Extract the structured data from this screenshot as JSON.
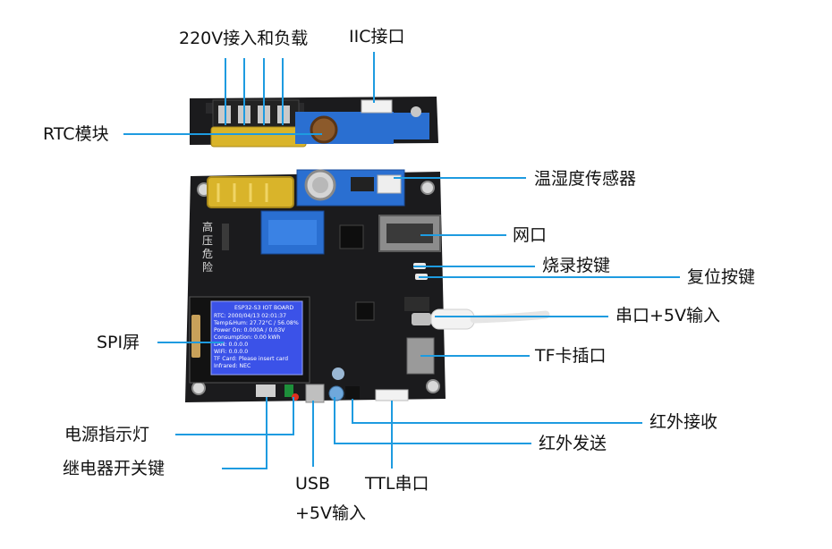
{
  "labels": {
    "power_load": "220V接入和负载",
    "iic": "IIC接口",
    "rtc": "RTC模块",
    "temp_humidity": "温湿度传感器",
    "ethernet": "网口",
    "flash_key": "烧录按键",
    "reset_key": "复位按键",
    "serial_5v": "串口+5V输入",
    "spi_screen": "SPI屏",
    "tf_slot": "TF卡插口",
    "ir_receive": "红外接收",
    "power_led": "电源指示灯",
    "ir_send": "红外发送",
    "relay_switch": "继电器开关键",
    "usb_line1": "USB",
    "usb_line2": "+5V输入",
    "ttl_serial": "TTL串口"
  },
  "board": {
    "silkscreen_warning": [
      "高",
      "压",
      "危",
      "险"
    ],
    "lcd_lines": [
      "ESP32-S3 IOT BOARD",
      "RTC: 2000/04/13 02:01:37",
      "Temp&Hum: 27.72°C / 56.08%",
      "Power On: 0.000A / 0.03V",
      "Consumption: 0.00 kWh",
      "LAN: 0.0.0.0",
      "WiFi: 0.0.0.0",
      "TF Card: Please insert card",
      "Infrared: NEC"
    ]
  },
  "colors": {
    "callout_line": "#1e9be0",
    "pcb": "#1b1b1d",
    "lcd_bg": "#3b52e8",
    "relay_blue": "#2a6fd1",
    "capacitor_yellow": "#d9b42a"
  }
}
